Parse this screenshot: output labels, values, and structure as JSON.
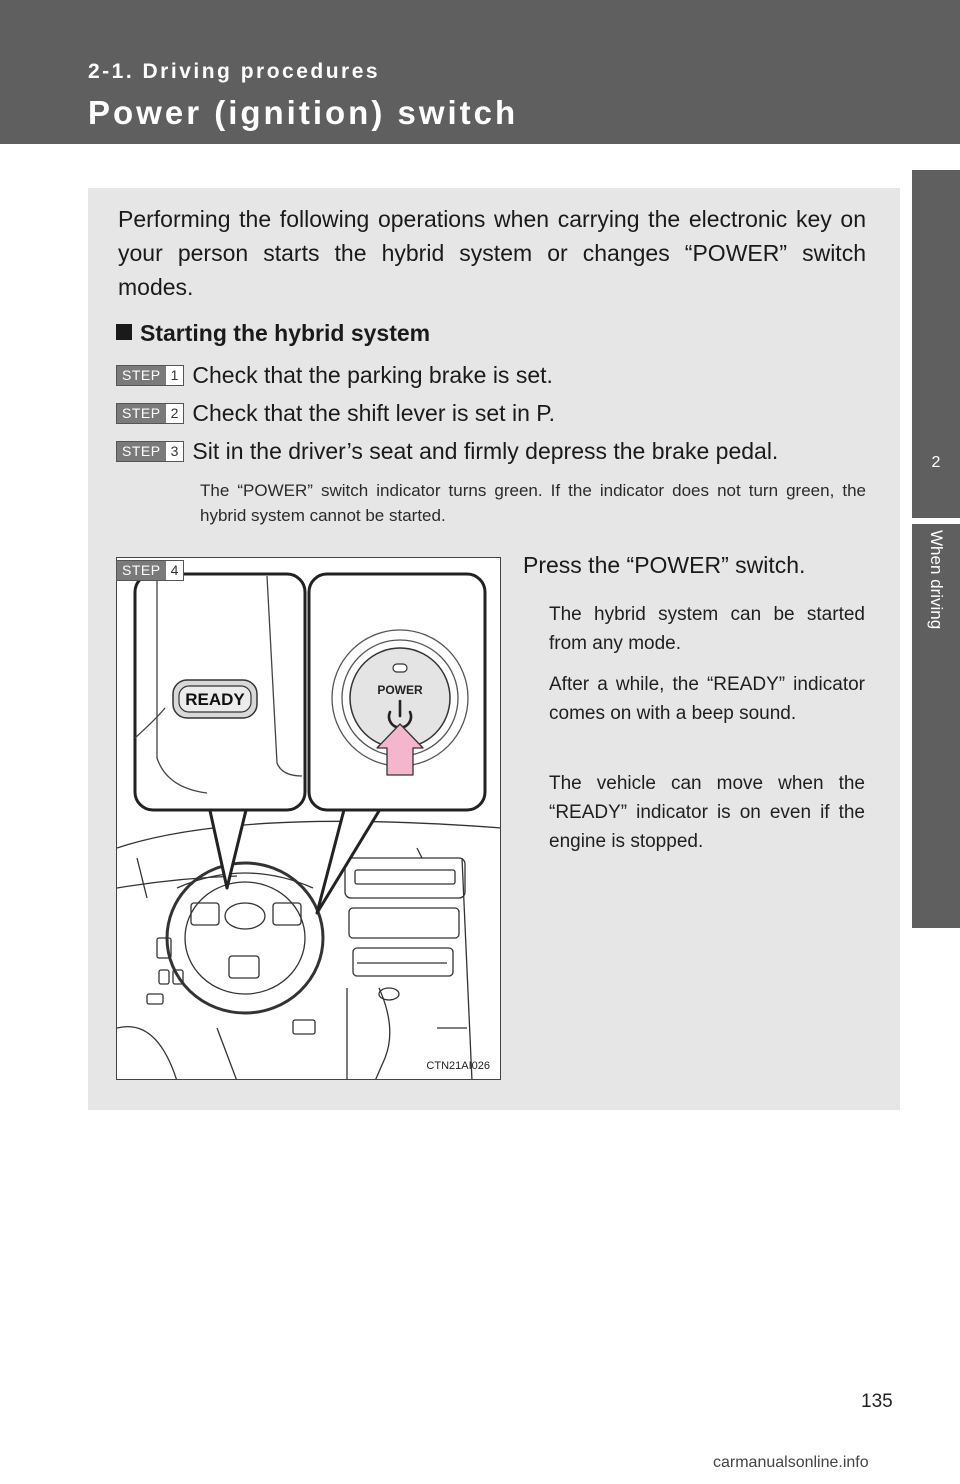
{
  "header": {
    "section": "2-1. Driving procedures",
    "title": "Power (ignition) switch"
  },
  "side_tab": {
    "chapter_number": "2",
    "chapter_name": "When driving"
  },
  "intro": "Performing the following operations when carrying the electronic key on your person starts the hybrid system or changes “POWER” switch modes.",
  "subheading": "Starting the hybrid system",
  "step_label": "STEP",
  "steps": [
    {
      "number": "1",
      "text": "Check that the parking brake is set."
    },
    {
      "number": "2",
      "text": "Check that the shift lever is set in P."
    },
    {
      "number": "3",
      "text": "Sit in the driver’s seat and firmly depress the brake pedal."
    },
    {
      "number": "4",
      "text": "Press the “POWER” switch."
    }
  ],
  "step3_note": "The “POWER” switch indicator turns green. If the indicator does not turn green, the hybrid system cannot be started.",
  "step4_notes": [
    "The hybrid system can be started from any mode.",
    "After a while, the “READY” indicator comes on with a beep sound.",
    "The vehicle can move when the “READY” indicator is on even if the engine is stopped."
  ],
  "figure": {
    "ready_label": "READY",
    "power_label": "POWER",
    "code": "CTN21AI026"
  },
  "page_number": "135",
  "watermark": "carmanualsonline.info"
}
